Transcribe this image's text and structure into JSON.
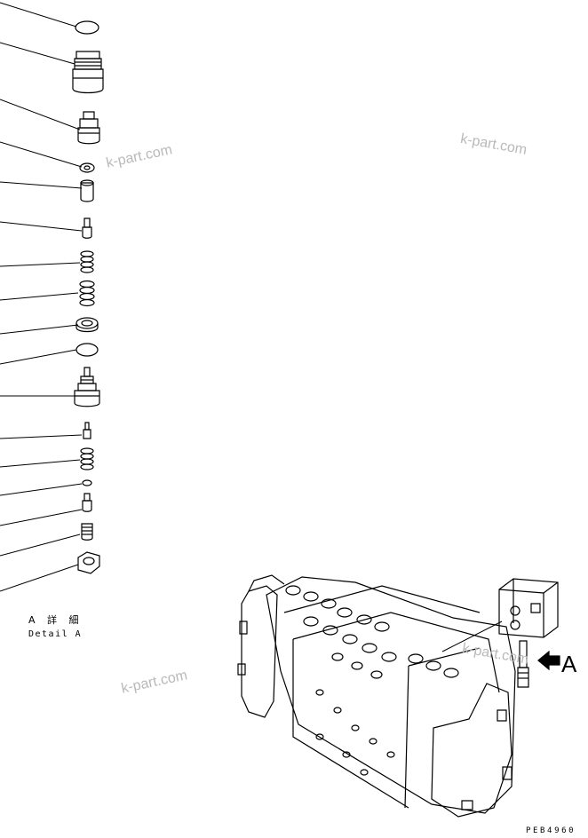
{
  "detail": {
    "label_jp": "A 詳 細",
    "label_en": "Detail A"
  },
  "view_marker": "A",
  "drawing_code": "PEB4960",
  "watermark": "k-part.com",
  "callouts": [
    {
      "part": "o-ring"
    },
    {
      "part": "plug"
    },
    {
      "part": "piston-housing"
    },
    {
      "part": "small-ring"
    },
    {
      "part": "sleeve"
    },
    {
      "part": "piston"
    },
    {
      "part": "spring"
    },
    {
      "part": "spring"
    },
    {
      "part": "washer"
    },
    {
      "part": "o-ring"
    },
    {
      "part": "relief-valve-body"
    },
    {
      "part": "poppet"
    },
    {
      "part": "spring"
    },
    {
      "part": "o-ring-small"
    },
    {
      "part": "seat"
    },
    {
      "part": "adjust-screw"
    },
    {
      "part": "lock-nut"
    }
  ]
}
